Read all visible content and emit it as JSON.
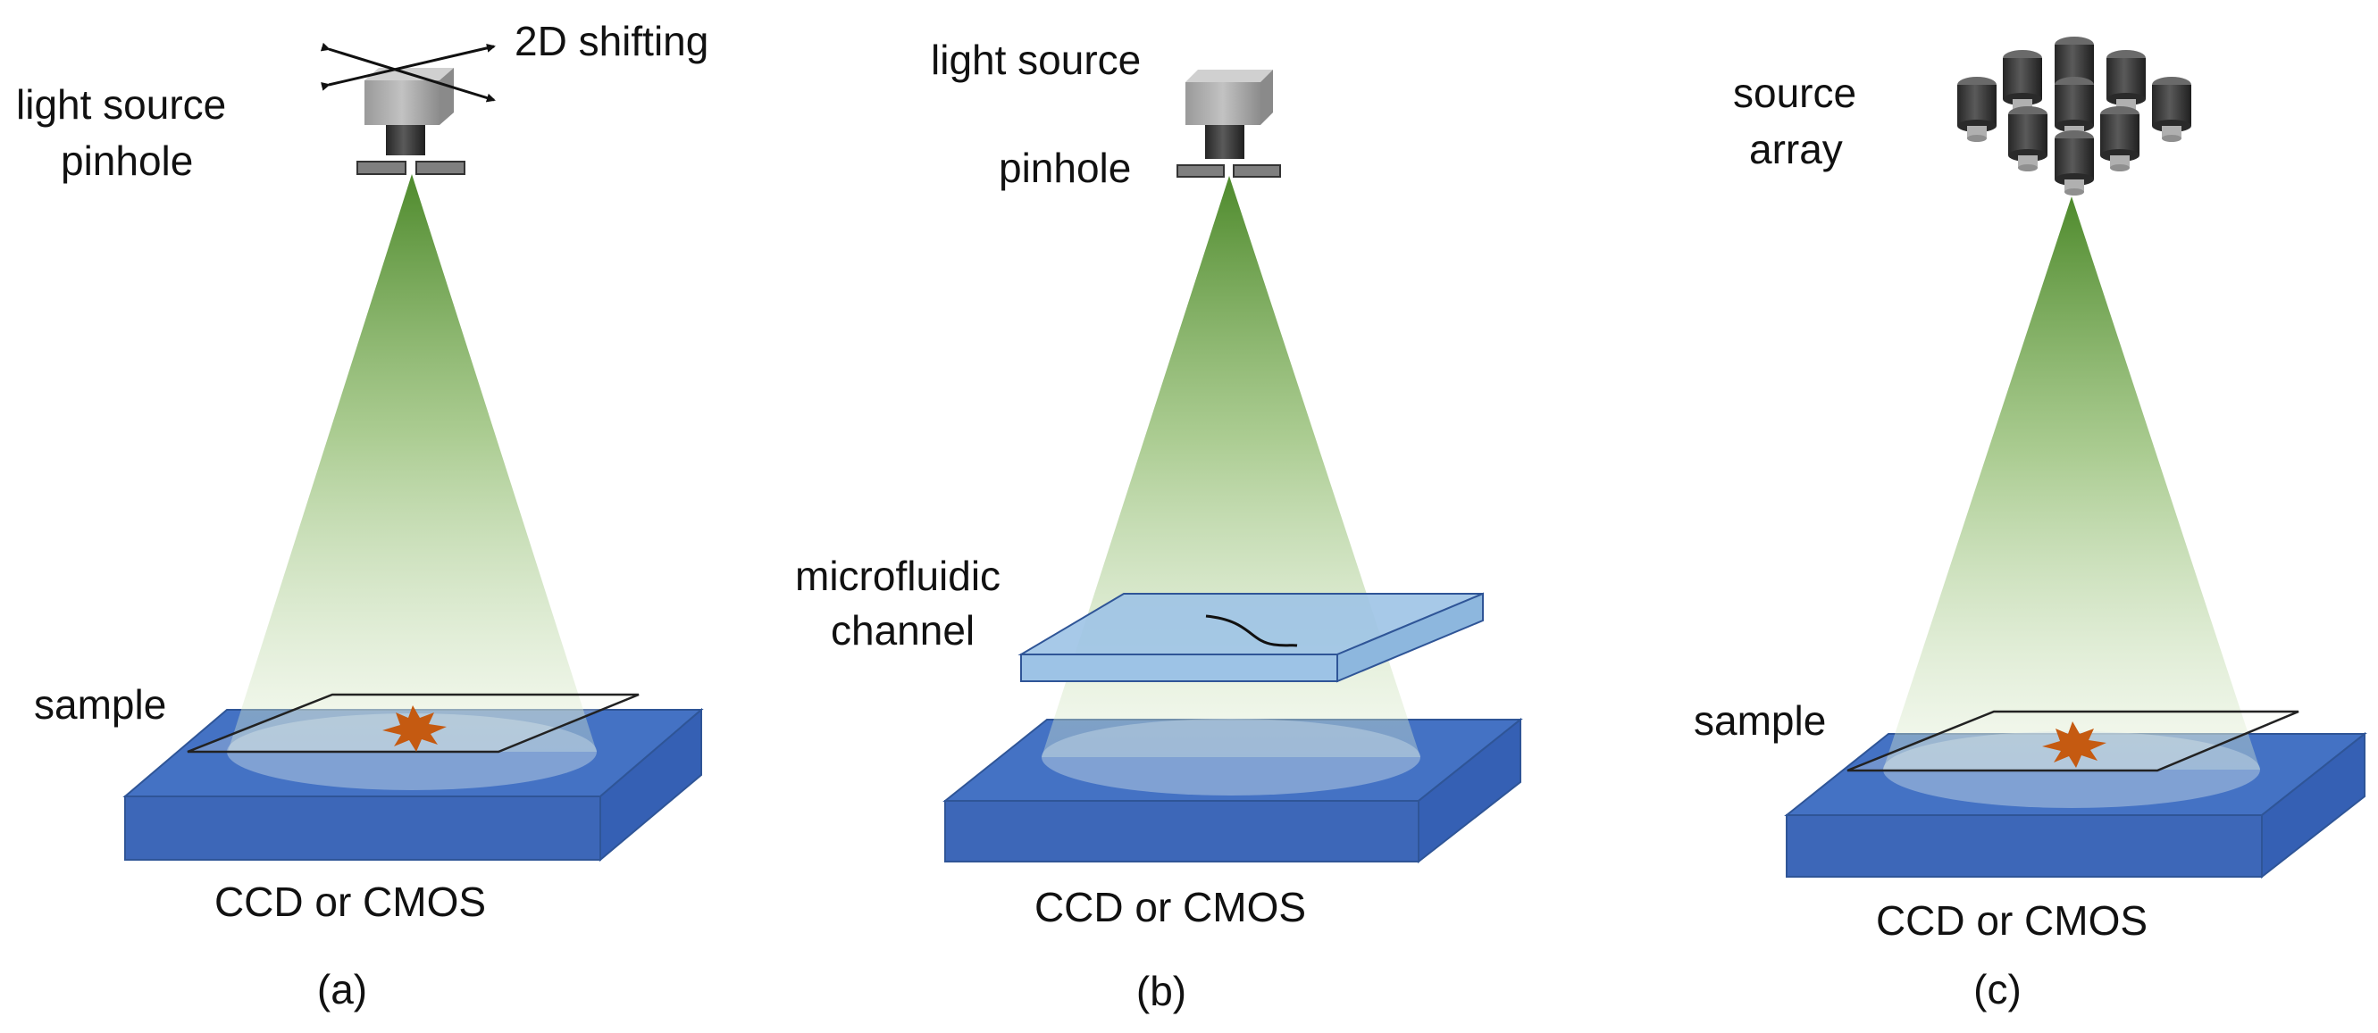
{
  "colors": {
    "detector_top": "#4472c4",
    "detector_side": "#3560b4",
    "beam_green": "#4e8a2c",
    "sample_particle": "#c55a11",
    "chip": "#9dc3e6",
    "chip_edge": "#2f5597",
    "camera_body": "#a6a6a6",
    "lens": "#404040",
    "pinhole": "#7f7f7f"
  },
  "panels": [
    {
      "id": "a",
      "caption": "(a)",
      "detector_label": "CCD or CMOS",
      "source_label": "light source",
      "pinhole_label": "pinhole",
      "shift_label": "2D shifting",
      "sample_label": "sample"
    },
    {
      "id": "b",
      "caption": "(b)",
      "detector_label": "CCD or CMOS",
      "source_label": "light source",
      "pinhole_label": "pinhole",
      "channel_label_line1": "microfluidic",
      "channel_label_line2": "channel"
    },
    {
      "id": "c",
      "caption": "(c)",
      "detector_label": "CCD or CMOS",
      "source_label_line1": "source",
      "source_label_line2": "array",
      "sample_label": "sample"
    }
  ]
}
